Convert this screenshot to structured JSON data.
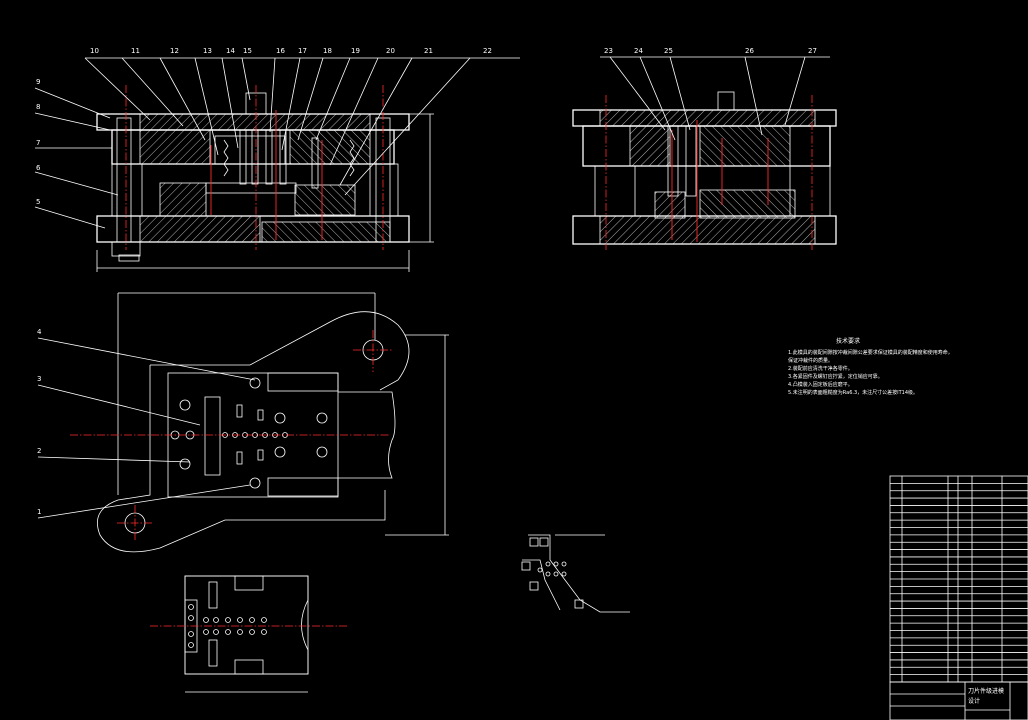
{
  "front_view": {
    "callouts_top": [
      "10",
      "11",
      "12",
      "13",
      "14",
      "15",
      "16",
      "17",
      "18",
      "19",
      "20",
      "21",
      "22"
    ],
    "callouts_left": [
      "9",
      "8",
      "7",
      "6",
      "5"
    ]
  },
  "side_view": {
    "callouts_top": [
      "23",
      "24",
      "25",
      "26",
      "27"
    ]
  },
  "plan_view": {
    "callouts_left": [
      "4",
      "3",
      "2",
      "1"
    ]
  },
  "tech_requirements": {
    "title": "技术要求",
    "lines": [
      "1.此模具的装配间隙按冲裁间隙公差要求保证模具的装配精度和使用寿命，",
      "   保证冲裁件的质量。",
      "2.装配前应清洗干净各零件。",
      "3.各紧固件及螺钉应拧紧，定位销应可靠。",
      "4.凸模装入固定板后应磨平。",
      "5.未注明的表面粗糙度为Ra6.3，未注尺寸公差按IT14级。"
    ]
  },
  "title_block": {
    "drawing_title": "刀片件级进模",
    "drawing_subtitle": "设计"
  },
  "colors": {
    "background": "#000000",
    "line": "#ffffff",
    "centerline": "#ff2a2a"
  }
}
